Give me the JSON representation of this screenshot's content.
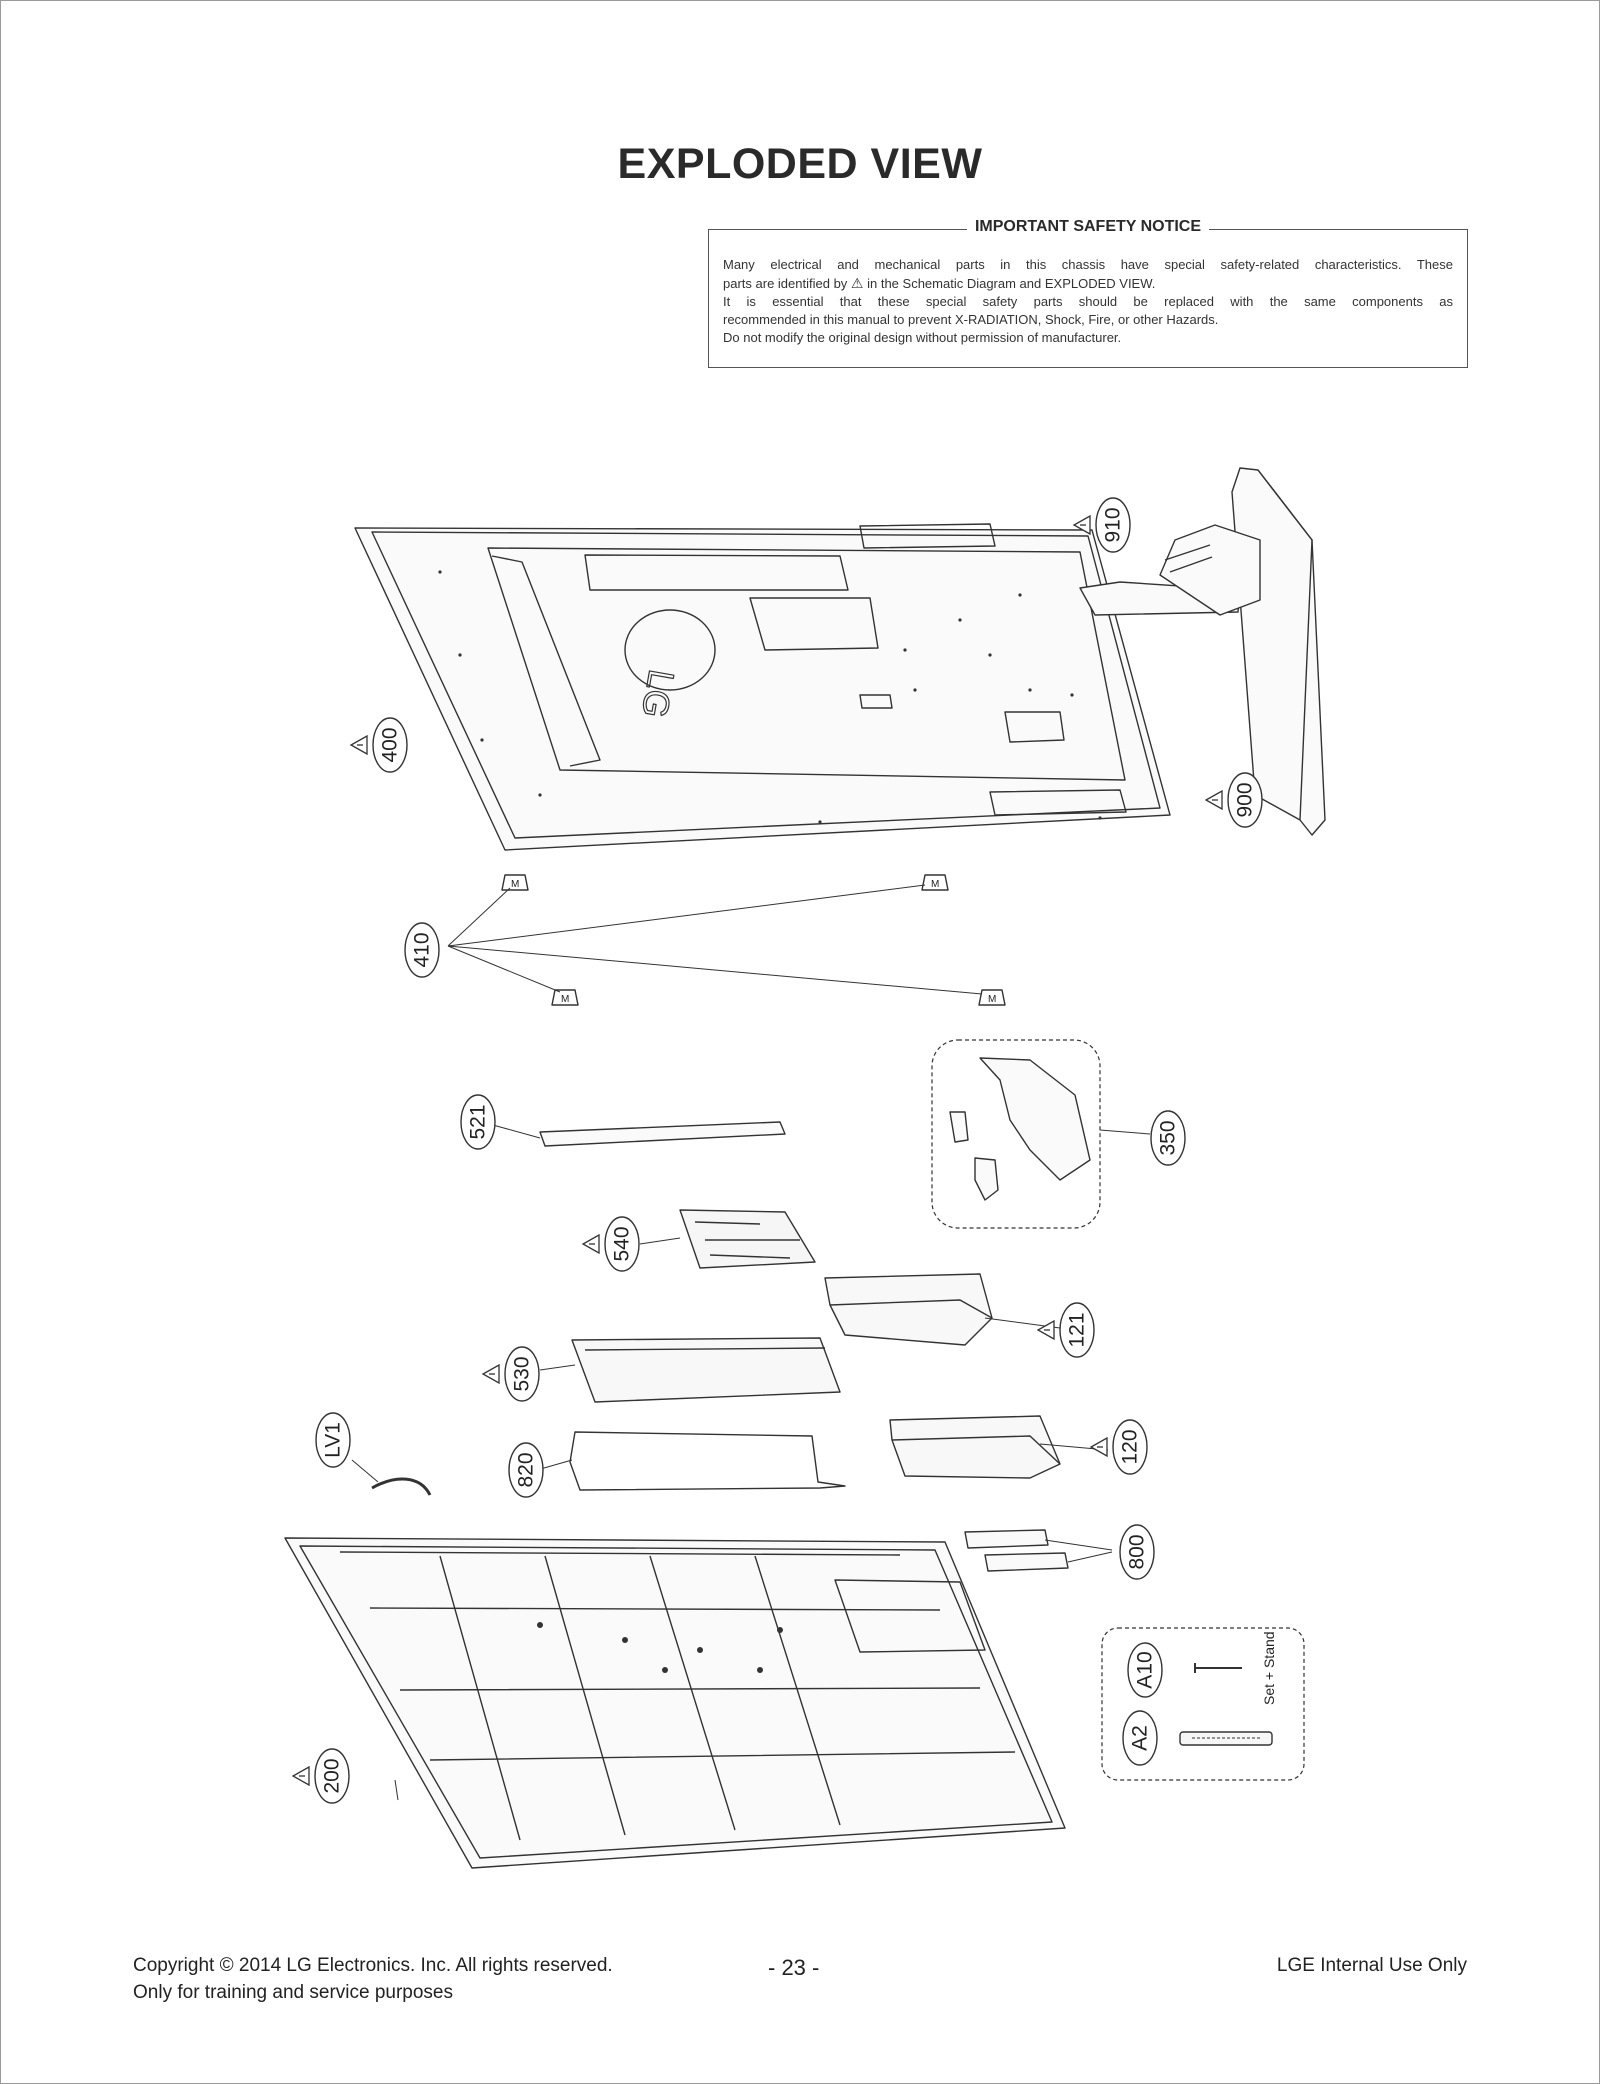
{
  "page": {
    "title": "EXPLODED VIEW",
    "page_number": "- 23 -"
  },
  "notice": {
    "heading": "IMPORTANT SAFETY NOTICE",
    "line1": "Many electrical and mechanical parts in this chassis have special safety-related characteristics. These",
    "line2_a": "parts are identified by",
    "line2_b": "in the Schematic Diagram and EXPLODED VIEW.",
    "line3": "It is essential that these special safety parts should be replaced with the same components as",
    "line4": "recommended in this manual to prevent X-RADIATION, Shock, Fire, or other Hazards.",
    "line5": "Do not modify the original design without permission of manufacturer."
  },
  "parts": [
    {
      "id": "910",
      "safety": true
    },
    {
      "id": "400",
      "safety": true
    },
    {
      "id": "900",
      "safety": true
    },
    {
      "id": "410",
      "safety": false
    },
    {
      "id": "521",
      "safety": false
    },
    {
      "id": "350",
      "safety": false
    },
    {
      "id": "540",
      "safety": true
    },
    {
      "id": "121",
      "safety": true
    },
    {
      "id": "530",
      "safety": true
    },
    {
      "id": "LV1",
      "safety": false
    },
    {
      "id": "820",
      "safety": false
    },
    {
      "id": "120",
      "safety": true
    },
    {
      "id": "800",
      "safety": false
    },
    {
      "id": "A10",
      "safety": false
    },
    {
      "id": "A2",
      "safety": false
    },
    {
      "id": "200",
      "safety": true
    }
  ],
  "labels": {
    "logo": "LG",
    "screw_note": "Set + Stand",
    "mount_mark": "M"
  },
  "footer": {
    "copyright": "Copyright  © 2014 LG Electronics. Inc. All rights reserved.",
    "purpose": "Only for training and service purposes",
    "internal": "LGE Internal Use Only"
  }
}
